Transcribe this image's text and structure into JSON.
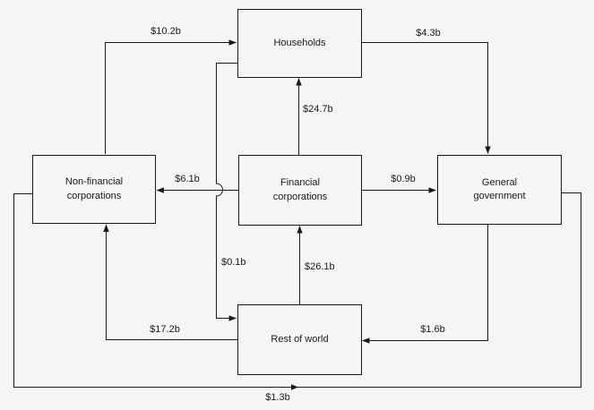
{
  "diagram": {
    "type": "sector-flow-diagram",
    "nodes": {
      "households": {
        "label": "Households"
      },
      "non_financial_corporations": {
        "label": "Non-financial\ncorporations"
      },
      "financial_corporations": {
        "label": "Financial\ncorporations"
      },
      "general_government": {
        "label": "General\ngovernment"
      },
      "rest_of_world": {
        "label": "Rest of world"
      }
    },
    "flows": [
      {
        "from": "non_financial_corporations",
        "to": "households",
        "label": "$10.2b"
      },
      {
        "from": "households",
        "to": "general_government",
        "label": "$4.3b"
      },
      {
        "from": "financial_corporations",
        "to": "households",
        "label": "$24.7b"
      },
      {
        "from": "financial_corporations",
        "to": "non_financial_corporations",
        "label": "$6.1b"
      },
      {
        "from": "financial_corporations",
        "to": "general_government",
        "label": "$0.9b"
      },
      {
        "from": "households",
        "to": "rest_of_world",
        "label": "$0.1b"
      },
      {
        "from": "rest_of_world",
        "to": "financial_corporations",
        "label": "$26.1b"
      },
      {
        "from": "rest_of_world",
        "to": "non_financial_corporations",
        "label": "$17.2b"
      },
      {
        "from": "general_government",
        "to": "rest_of_world",
        "label": "$1.6b"
      },
      {
        "from": "non_financial_corporations",
        "to": "general_government",
        "label": "$1.3b"
      }
    ]
  },
  "colors": {
    "background": "#f5f5f6",
    "line": "#1a1722",
    "text": "#1a1722"
  }
}
